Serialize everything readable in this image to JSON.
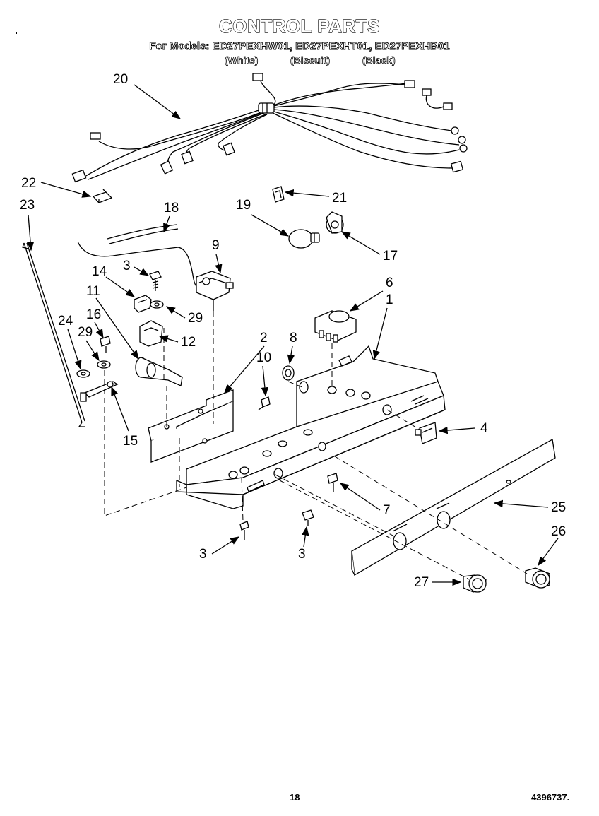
{
  "title": "CONTROL PARTS",
  "models_line": "For Models: ED27PEXHW01, ED27PEXHT01, ED27PEXHB01",
  "variants": [
    "(White)",
    "(Biscuit)",
    "(Black)"
  ],
  "callouts": [
    "20",
    "22",
    "23",
    "18",
    "21",
    "19",
    "17",
    "9",
    "3",
    "14",
    "29",
    "11",
    "16",
    "12",
    "24",
    "29",
    "6",
    "1",
    "2",
    "8",
    "10",
    "4",
    "15",
    "25",
    "7",
    "26",
    "3",
    "3",
    "27"
  ],
  "footer": {
    "page_number": "18",
    "doc_number": "4396737."
  }
}
